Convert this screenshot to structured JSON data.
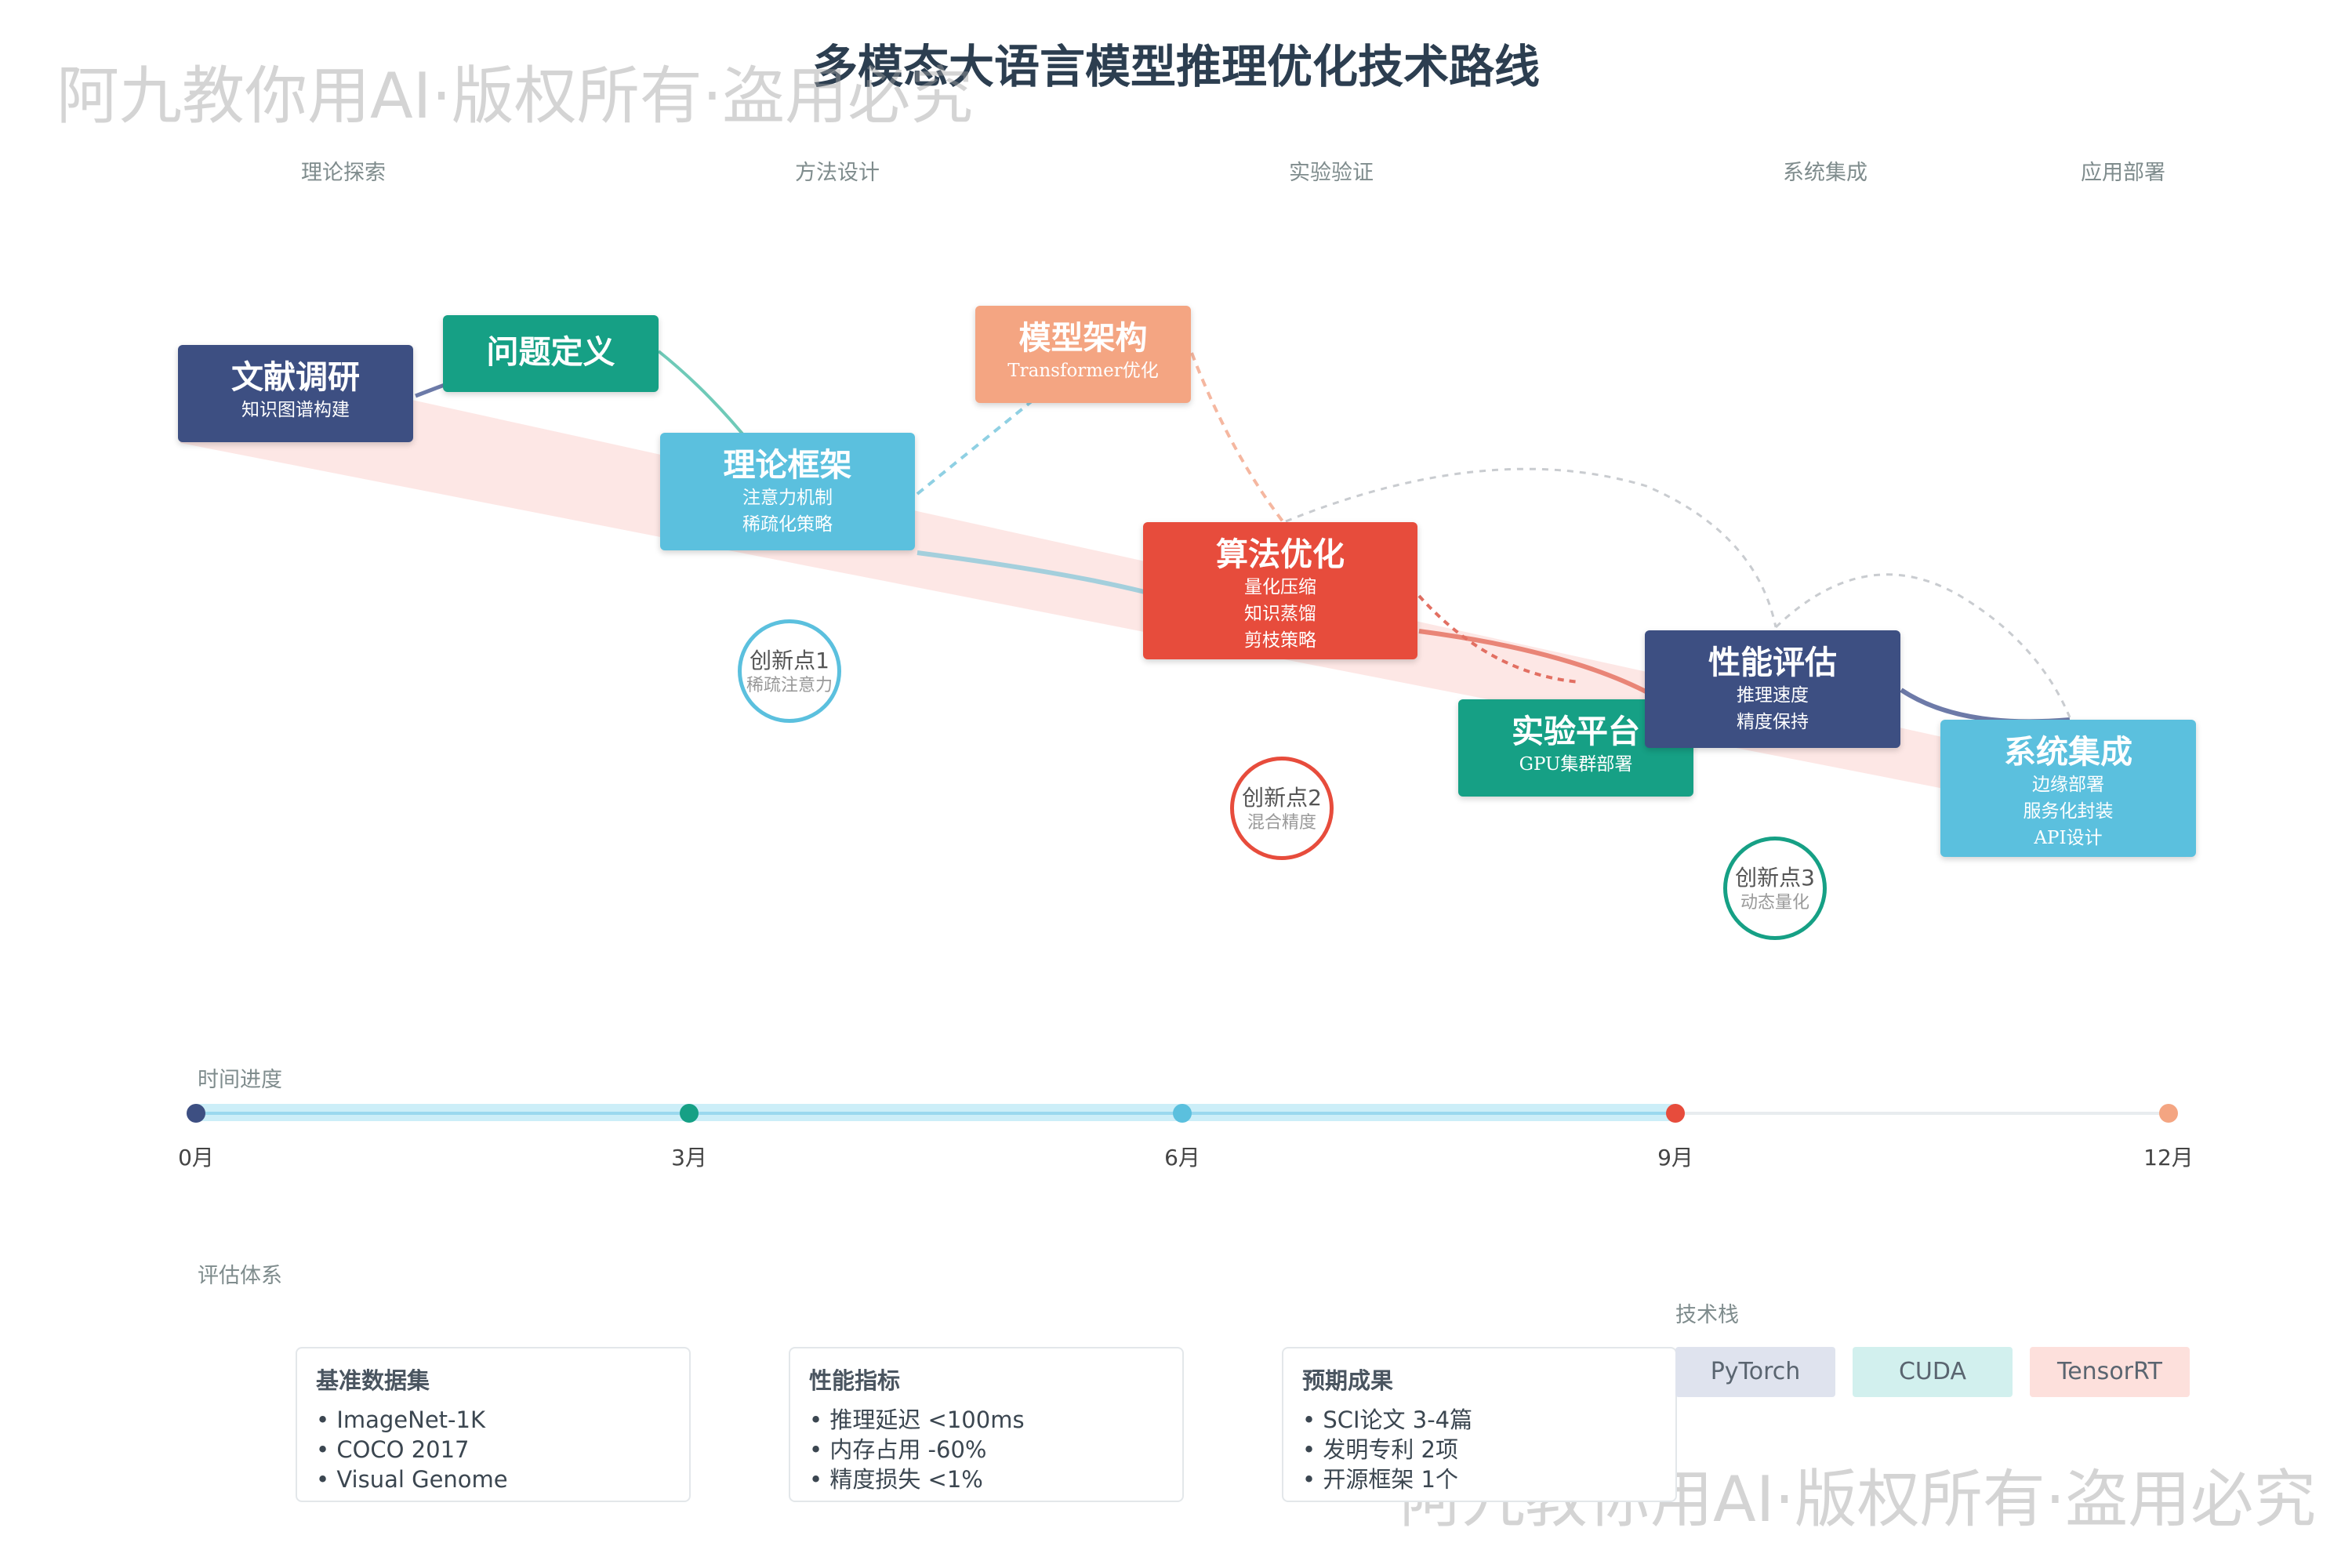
{
  "title": "多模态大语言模型推理优化技术路线",
  "watermark": "阿九教你用AI·版权所有·盗用必究",
  "phases": [
    "理论探索",
    "方法设计",
    "实验验证",
    "系统集成",
    "应用部署"
  ],
  "nodes": {
    "lit": {
      "title": "文献调研",
      "lines": [
        "知识图谱构建"
      ],
      "color": "#3d4f82"
    },
    "problem": {
      "title": "问题定义",
      "lines": [],
      "color": "#16a085"
    },
    "theory": {
      "title": "理论框架",
      "lines": [
        "注意力机制",
        "稀疏化策略"
      ],
      "color": "#5bc0de"
    },
    "arch": {
      "title": "模型架构",
      "lines": [
        "Transformer优化"
      ],
      "color": "#f4a582"
    },
    "algo": {
      "title": "算法优化",
      "lines": [
        "量化压缩",
        "知识蒸馏",
        "剪枝策略"
      ],
      "color": "#e74c3c"
    },
    "platform": {
      "title": "实验平台",
      "lines": [
        "GPU集群部署"
      ],
      "color": "#16a085"
    },
    "eval": {
      "title": "性能评估",
      "lines": [
        "推理速度",
        "精度保持"
      ],
      "color": "#3d4f82"
    },
    "sysint": {
      "title": "系统集成",
      "lines": [
        "边缘部署",
        "服务化封装",
        "API设计"
      ],
      "color": "#5bc0de"
    }
  },
  "innovations": [
    {
      "title": "创新点1",
      "sub": "稀疏注意力",
      "color": "#5bc0de"
    },
    {
      "title": "创新点2",
      "sub": "混合精度",
      "color": "#e74c3c"
    },
    {
      "title": "创新点3",
      "sub": "动态量化",
      "color": "#16a085"
    }
  ],
  "timeline": {
    "label": "时间进度",
    "ticks": [
      "0月",
      "3月",
      "6月",
      "9月",
      "12月"
    ],
    "progress_fraction": 0.75,
    "dot_colors": [
      "#3d4f82",
      "#16a085",
      "#5bc0de",
      "#e74c3c",
      "#f4a582"
    ]
  },
  "evaluation": {
    "label": "评估体系",
    "cards": [
      {
        "title": "基准数据集",
        "items": [
          "• ImageNet-1K",
          "• COCO 2017",
          "• Visual Genome"
        ]
      },
      {
        "title": "性能指标",
        "items": [
          "• 推理延迟 <100ms",
          "• 内存占用 -60%",
          "• 精度损失 <1%"
        ]
      },
      {
        "title": "预期成果",
        "items": [
          "• SCI论文 3-4篇",
          "• 发明专利 2项",
          "• 开源框架 1个"
        ]
      }
    ]
  },
  "tech_stack": {
    "label": "技术栈",
    "items": [
      {
        "name": "PyTorch",
        "color": "#dfe3ee"
      },
      {
        "name": "CUDA",
        "color": "#d2f0ee"
      },
      {
        "name": "TensorRT",
        "color": "#fde0dc"
      }
    ]
  }
}
